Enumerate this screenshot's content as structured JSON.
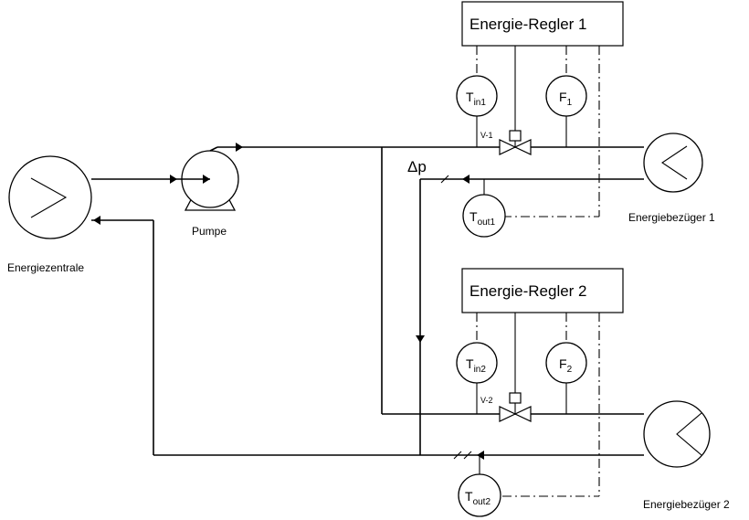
{
  "controllers": {
    "c1": "Energie-Regler 1",
    "c2": "Energie-Regler 2"
  },
  "instruments": {
    "tin1": {
      "main": "T",
      "sub": "in1"
    },
    "f1": {
      "main": "F",
      "sub": "1"
    },
    "tout1": {
      "main": "T",
      "sub": "out1"
    },
    "tin2": {
      "main": "T",
      "sub": "in2"
    },
    "f2": {
      "main": "F",
      "sub": "2"
    },
    "tout2": {
      "main": "T",
      "sub": "out2"
    }
  },
  "valves": {
    "v1": "V-1",
    "v2": "V-2"
  },
  "labels": {
    "pump": "Pumpe",
    "central": "Energiezentrale",
    "consumer1": "Energiebezüger 1",
    "consumer2": "Energiebezüger 2",
    "delta_p": "Δp"
  }
}
